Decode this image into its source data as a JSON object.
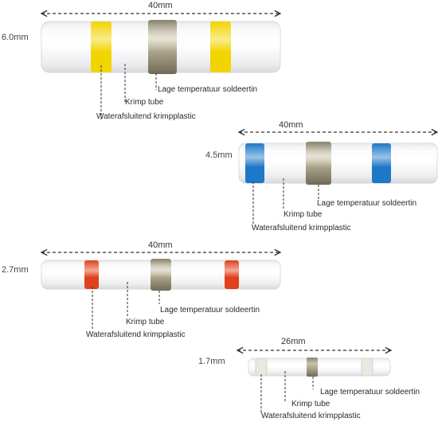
{
  "connectors": [
    {
      "length": "40mm",
      "diameter": "6.0mm",
      "ring_color": "#f2d400",
      "labels": {
        "solder": "Lage temperatuur soldeertin",
        "tube": "Krimp tube",
        "ring": "Waterafsluitend krimpplastic"
      }
    },
    {
      "length": "40mm",
      "diameter": "4.5mm",
      "ring_color": "#1e78c8",
      "labels": {
        "solder": "Lage temperatuur soldeertin",
        "tube": "Krimp tube",
        "ring": "Waterafsluitend krimpplastic"
      }
    },
    {
      "length": "40mm",
      "diameter": "2.7mm",
      "ring_color": "#e0401c",
      "labels": {
        "solder": "Lage temperatuur soldeertin",
        "tube": "Krimp tube",
        "ring": "Waterafsluitend krimpplastic"
      }
    },
    {
      "length": "26mm",
      "diameter": "1.7mm",
      "ring_color": "#e8e8e0",
      "labels": {
        "solder": "Lage temperatuur soldeertin",
        "tube": "Krimp tube",
        "ring": "Waterafsluitend krimpplastic"
      }
    }
  ]
}
